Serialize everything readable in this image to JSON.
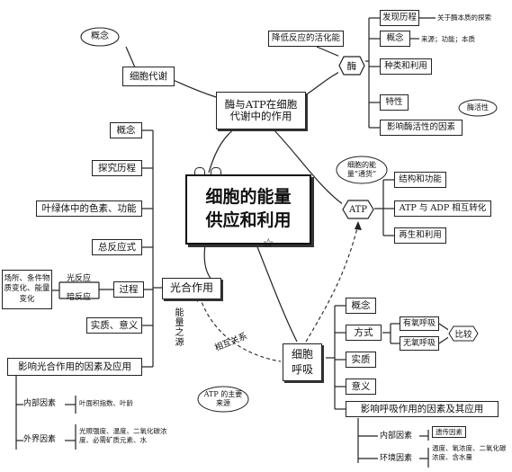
{
  "center": {
    "line1": "细胞的能量",
    "line2": "供应和利用"
  },
  "enzyme_atp": {
    "line1": "酶与ATP在细胞",
    "line2": "代谢中的作用"
  },
  "metabolism": "细胞代谢",
  "concept_cloud_top": "概念",
  "lower_activation": "降低反应的活化能",
  "enzyme": {
    "label": "酶",
    "discovery": "发现历程",
    "discovery_note": "关于酶本质的探索",
    "concept": "概念",
    "concept_note": "来源；功能；本质",
    "types": "种类和利用",
    "traits": "特性",
    "factors": "影响酶活性的因素",
    "activity_cloud": "酶活性"
  },
  "atp": {
    "label": "ATP",
    "currency_cloud": "细胞的能量“通货”",
    "structure": "结构和功能",
    "conversion": "ATP 与 ADP 相互转化",
    "regeneration": "再生和利用"
  },
  "photosynthesis": {
    "label": "光合作用",
    "concept": "概念",
    "history": "探究历程",
    "pigments": "叶绿体中的色素、功能",
    "equation": "总反应式",
    "process": "过程",
    "light": "光反应",
    "dark": "暗反应",
    "process_note": "场所、条件物质变化、能量变化",
    "essence": "实质、意义",
    "factors": "影响光合作用的因素及应用",
    "internal": "内部因素",
    "internal_note": "叶面积指数、叶龄",
    "external": "外界因素",
    "external_note": "光照强度、温度、二氧化碳浓度、必需矿质元素、水",
    "energy_source": "能量之源"
  },
  "respiration": {
    "label": "细胞呼吸",
    "concept": "概念",
    "mode": "方式",
    "aerobic": "有氧呼吸",
    "anaerobic": "无氧呼吸",
    "compare": "比较",
    "essence": "实质",
    "meaning": "意义",
    "factors": "影响呼吸作用的因素及其应用",
    "internal": "内部因素",
    "internal_note": "遗传因素",
    "environment": "环境因素",
    "environment_note": "温度、氧浓度、二氧化碳浓度、含水量",
    "atp_cloud": "ATP 的主要来源"
  },
  "mutual_relation": "相互关系"
}
